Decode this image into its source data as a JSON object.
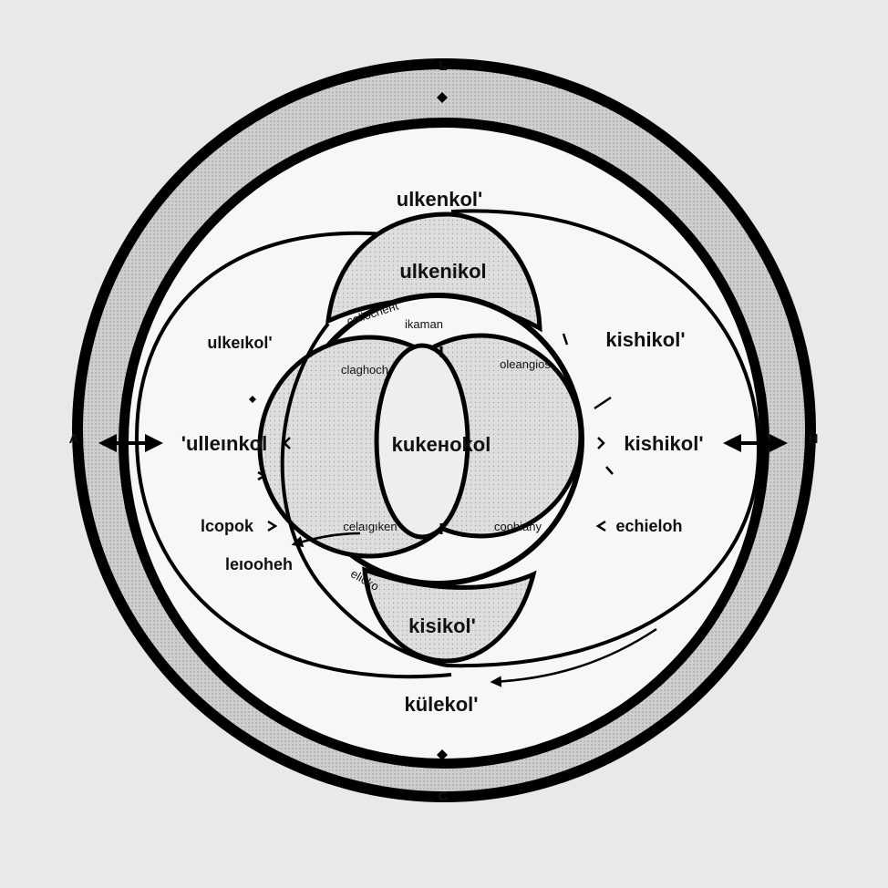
{
  "compass": {
    "top": "L",
    "left": "A",
    "right": "H",
    "bottom": "C"
  },
  "labels": {
    "top_outer": "ulkenkol'",
    "top_inner": "ulkenikol",
    "upper_left": "ulkeıkol'",
    "left_mid": "'ulleınkol",
    "left_low": "lcopok",
    "left_lower": "leıooheh",
    "right_upper": "kishikol'",
    "right_mid": "kishikol'",
    "right_low": "echieloh",
    "center": "kukeнokol",
    "bottom_inner": "kisikol'",
    "bottom_outer": "külekol'",
    "small_top_lens": "collocheнt",
    "small_top_center": "ikaman",
    "small_left_upper": "claghoch",
    "small_right_upper": "oleangios",
    "small_left_lower": "celaıgıken",
    "small_right_lower": "coohiahy",
    "small_diag": "elicko"
  },
  "colors": {
    "background": "#e9e9e9",
    "ring": "#c9c9c9",
    "paper": "#f7f7f7",
    "shade": "#d9d9d9",
    "ink": "#000000"
  }
}
